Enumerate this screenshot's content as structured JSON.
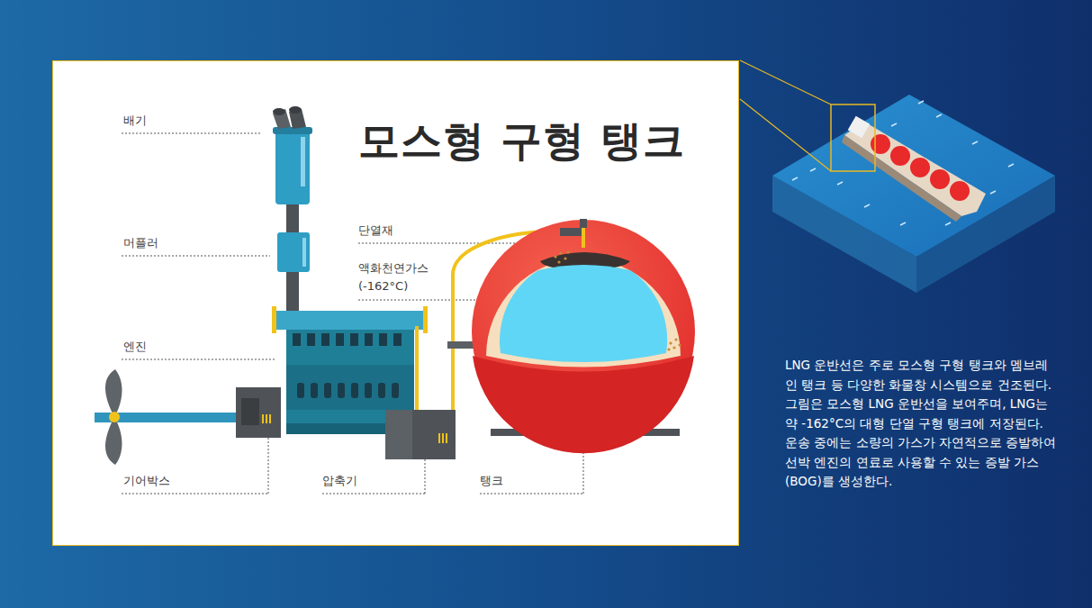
{
  "diagram": {
    "title": "모스형 구형 탱크",
    "caption": "LNG 운반선은 주로 모스형 구형 탱크와 멤브레인 탱크 등 다양한 화물창 시스템으로 건조된다. 그림은 모스형 LNG 운반선을 보여주며, LNG는 약 -162°C의 대형 단열 구형 탱크에 저장된다. 운송 중에는 소량의 가스가 자연적으로 증발하여 선박 엔진의 연료로 사용할 수 있는 증발 가스(BOG)를 생성한다.",
    "labels": [
      "배기",
      "머플러",
      "단열재",
      "액화천연가스 (-162°C)",
      "엔진",
      "기어박스",
      "압축기",
      "탱크"
    ]
  }
}
